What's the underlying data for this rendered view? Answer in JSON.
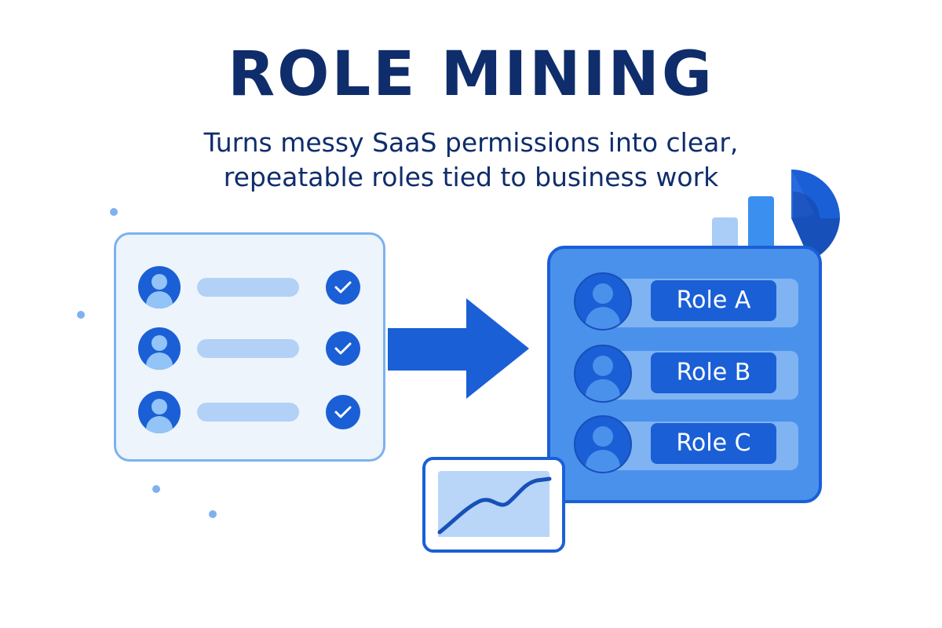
{
  "header": {
    "title": "ROLE MINING",
    "subtitle_line1": "Turns messy SaaS permissions into clear,",
    "subtitle_line2": "repeatable roles tied to business work"
  },
  "left_panel": {
    "rows": [
      {
        "icon": "user-icon",
        "status": "check-icon"
      },
      {
        "icon": "user-icon",
        "status": "check-icon"
      },
      {
        "icon": "user-icon",
        "status": "check-icon"
      }
    ]
  },
  "right_panel": {
    "roles": [
      {
        "label": "Role A",
        "icon": "user-icon"
      },
      {
        "label": "Role B",
        "icon": "user-icon"
      },
      {
        "label": "Role C",
        "icon": "user-icon"
      }
    ]
  },
  "colors": {
    "title": "#0f2d6b",
    "primary": "#1a5fd6",
    "panel_light": "#eef4fc",
    "panel_border_light": "#7cb2ef",
    "panel_blue": "#4a91ec",
    "accent_light": "#b3d1f7"
  },
  "decorations": {
    "arrow": "right-arrow-icon",
    "bar_chart": "bar-chart-icon",
    "pie_chart": "pie-chart-icon",
    "line_chart": "line-chart-icon"
  }
}
